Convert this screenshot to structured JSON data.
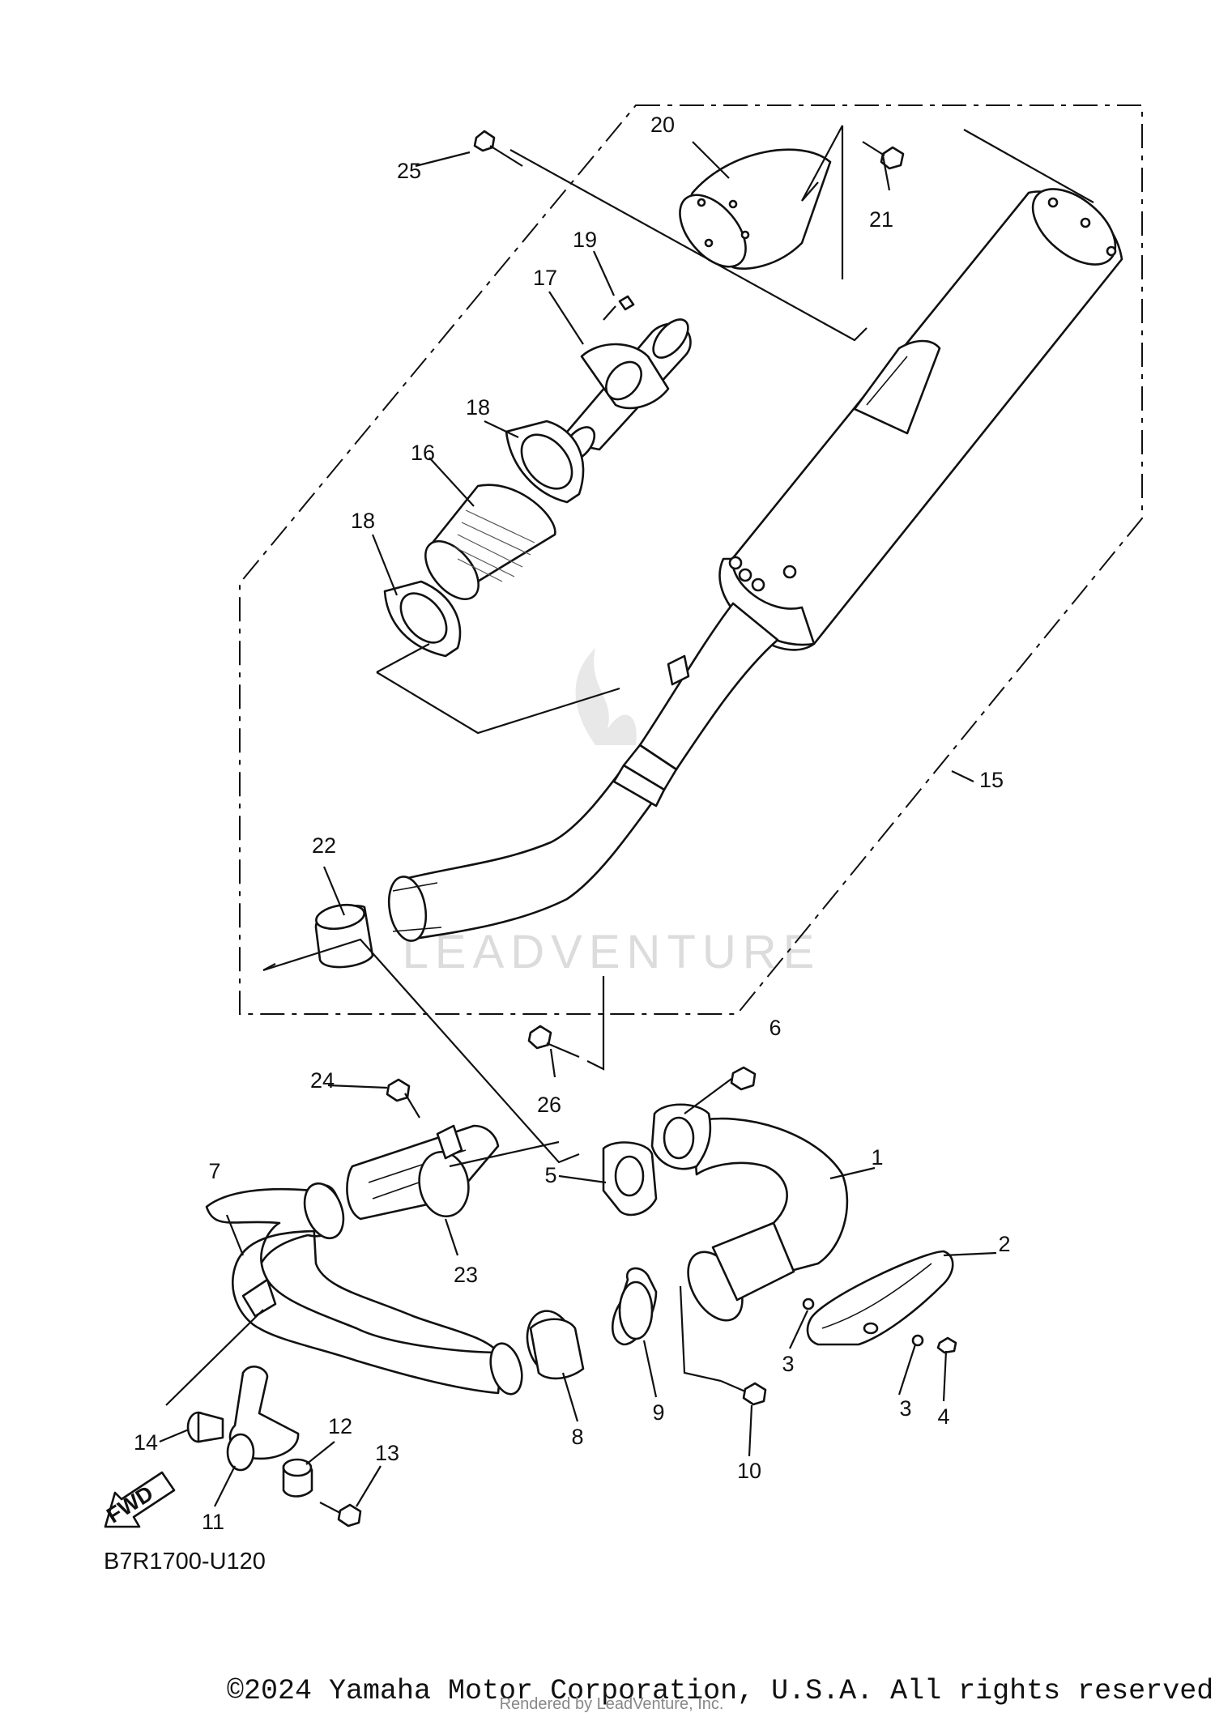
{
  "diagram": {
    "code": "B7R1700-U120",
    "copyright": "©2024 Yamaha Motor Corporation, U.S.A. All rights reserved.",
    "watermark": "LEADVENTURE",
    "watermark_sub": "Rendered by LeadVenture, Inc.",
    "fwd_label": "FWD",
    "callouts": {
      "p1": "1",
      "p2": "2",
      "p3a": "3",
      "p3b": "3",
      "p4": "4",
      "p5": "5",
      "p6": "6",
      "p7": "7",
      "p8": "8",
      "p9": "9",
      "p10": "10",
      "p11": "11",
      "p12": "12",
      "p13": "13",
      "p14": "14",
      "p15": "15",
      "p16": "16",
      "p17": "17",
      "p18a": "18",
      "p18b": "18",
      "p19": "19",
      "p20": "20",
      "p21": "21",
      "p22": "22",
      "p23": "23",
      "p24": "24",
      "p25": "25",
      "p26": "26"
    }
  }
}
